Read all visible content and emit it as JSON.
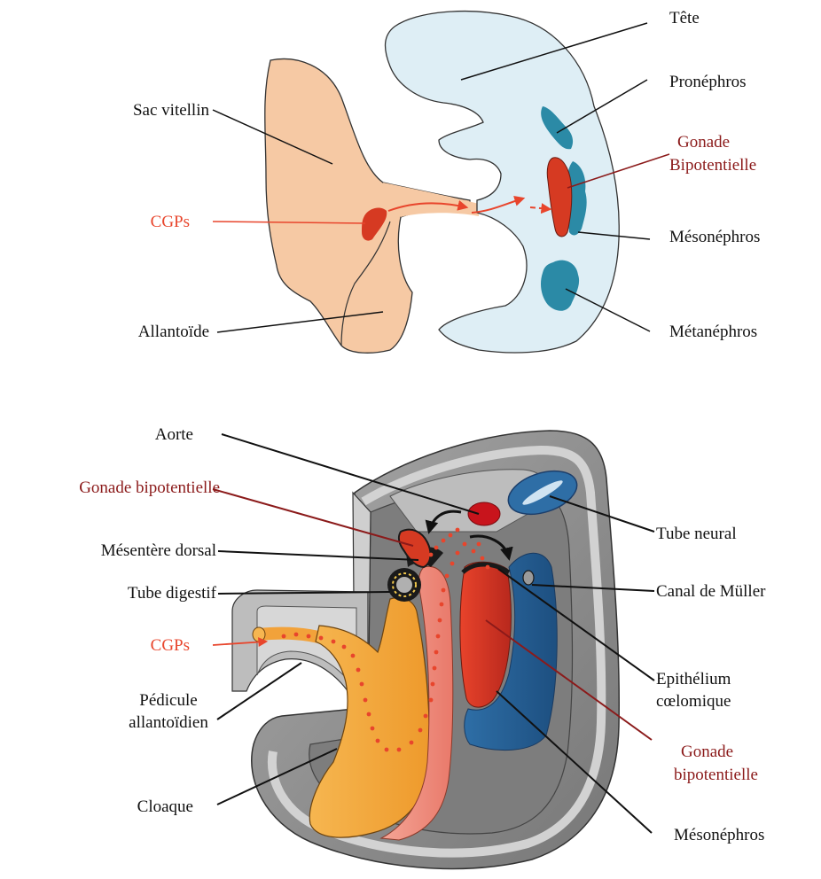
{
  "top_diagram": {
    "labels": {
      "tete": "Tête",
      "pronephros": "Pronéphros",
      "gonade_line1": "Gonade",
      "gonade_line2": "Bipotentielle",
      "mesonephros": "Mésonéphros",
      "metanephros": "Métanéphros",
      "sac_vitellin": "Sac vitellin",
      "cgps": "CGPs",
      "allantoide": "Allantoïde"
    }
  },
  "bottom_diagram": {
    "labels": {
      "aorte": "Aorte",
      "gonade_bipotentielle_left": "Gonade bipotentielle",
      "mesentere_dorsal": "Mésentère dorsal",
      "tube_digestif": "Tube digestif",
      "cgps": "CGPs",
      "pedicule_line1": "Pédicule",
      "pedicule_line2": "allantoïdien",
      "cloaque": "Cloaque",
      "tube_neural": "Tube neural",
      "canal_muller": "Canal de Müller",
      "epithelium_line1": "Epithélium",
      "epithelium_line2": "cœlomique",
      "gonade_right_line1": "Gonade",
      "gonade_right_line2": "bipotentielle",
      "mesonephros": "Mésonéphros"
    }
  },
  "colors": {
    "text": "#111111",
    "cgp_red": "#e8452c",
    "gonade_dark_red": "#8b1a1a",
    "embryo_fill": "#deeef5",
    "yolk_sac_fill": "#f6c9a4",
    "kidney_teal": "#2b8aa6",
    "gonad_red": "#d63a22",
    "gray_body": "#8f8f8f",
    "light_gray": "#c9c9c9",
    "gut_orange": "#f2a23a",
    "salmon": "#f08a78",
    "mesonephros_blue": "#245f93"
  }
}
